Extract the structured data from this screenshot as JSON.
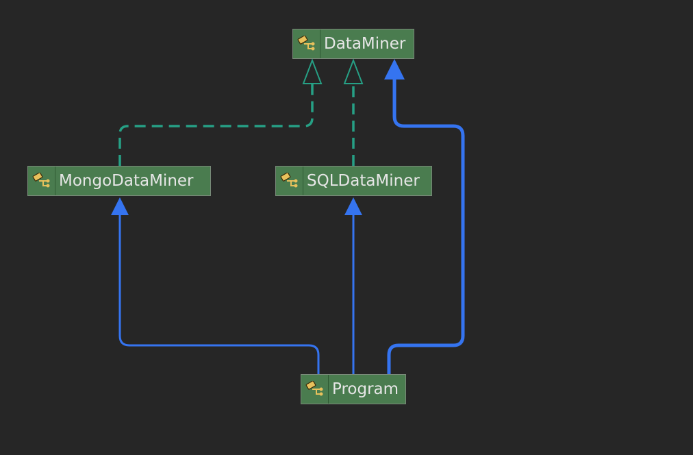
{
  "diagram": {
    "nodes": [
      {
        "id": "dataminer",
        "label": "DataMiner",
        "icon": "class-icon"
      },
      {
        "id": "mongo",
        "label": "MongoDataMiner",
        "icon": "class-icon"
      },
      {
        "id": "sql",
        "label": "SQLDataMiner",
        "icon": "class-icon"
      },
      {
        "id": "program",
        "label": "Program",
        "icon": "class-icon"
      }
    ],
    "edges": [
      {
        "from": "mongo",
        "to": "dataminer",
        "type": "realization"
      },
      {
        "from": "sql",
        "to": "dataminer",
        "type": "realization"
      },
      {
        "from": "program",
        "to": "mongo",
        "type": "dependency"
      },
      {
        "from": "program",
        "to": "sql",
        "type": "dependency"
      },
      {
        "from": "program",
        "to": "dataminer",
        "type": "dependency"
      }
    ],
    "colors": {
      "background": "#262626",
      "node_fill": "#4a7c4f",
      "node_border": "#7a8a7a",
      "node_text": "#e6e6e6",
      "realization_edge": "#26a085",
      "dependency_edge": "#3574f0",
      "icon_gold": "#e8c15c"
    }
  }
}
